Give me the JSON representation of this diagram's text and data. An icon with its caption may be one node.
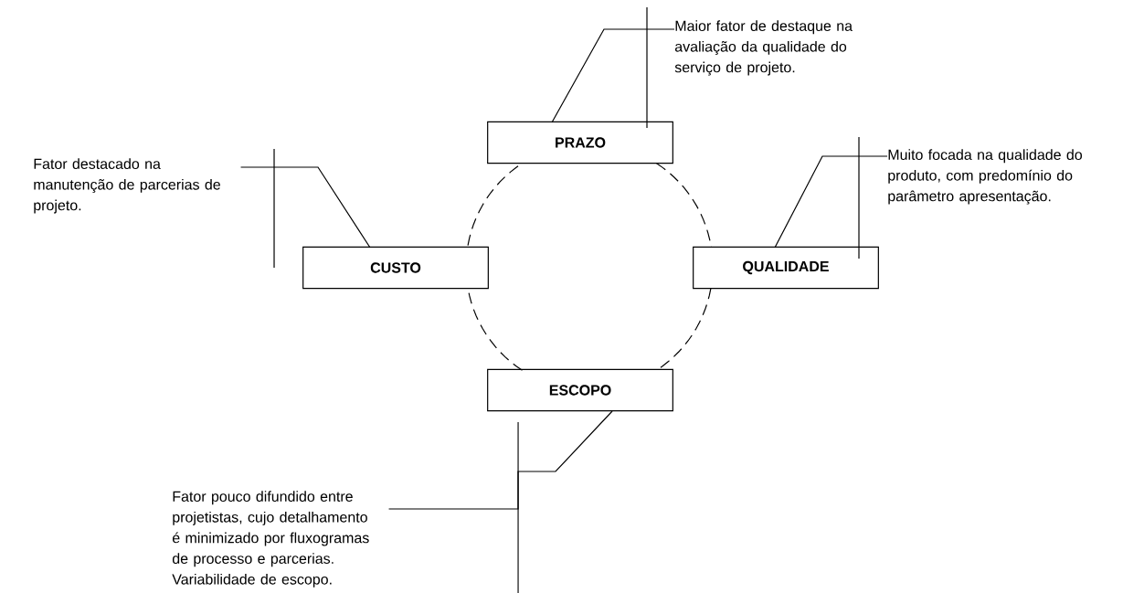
{
  "diagram": {
    "nodes": [
      {
        "text": [
          "Maior fator de destaque na avaliação da qualidade do serviço de projeto."
        ]
      },
      {
        "text": [
          "PRAZO"
        ]
      },
      {
        "text": [
          "Fator destacado na manutenção de parcerias de projeto."
        ]
      },
      {
        "text": [
          "Muito focada na qualidade do produto, com predomínio do parâmetro apresentação."
        ]
      },
      {
        "text": [
          "CUSTO"
        ]
      },
      {
        "text": [
          "QUALIDADE"
        ]
      },
      {
        "text": [
          "ESCOPO"
        ]
      },
      {
        "text": [
          "Fator pouco difundido entre projetistas, cujo detalhamento é minimizado por fluxogramas de processo e parcerias. Variabilidade de escopo."
        ]
      }
    ],
    "edges": [
      {
        "from": 1,
        "to": 5,
        "arrow": "none",
        "style": "dashed"
      },
      {
        "from": 5,
        "to": 6,
        "arrow": "none",
        "style": "dashed"
      },
      {
        "from": 6,
        "to": 4,
        "arrow": "none",
        "style": "dashed"
      },
      {
        "from": 4,
        "to": 1,
        "arrow": "none",
        "style": "dashed"
      },
      {
        "from": 0,
        "to": 1,
        "arrow": "none"
      },
      {
        "from": 2,
        "to": 4,
        "arrow": "none"
      },
      {
        "from": 3,
        "to": 5,
        "arrow": "none"
      },
      {
        "from": 7,
        "to": 6,
        "arrow": "none"
      }
    ]
  }
}
